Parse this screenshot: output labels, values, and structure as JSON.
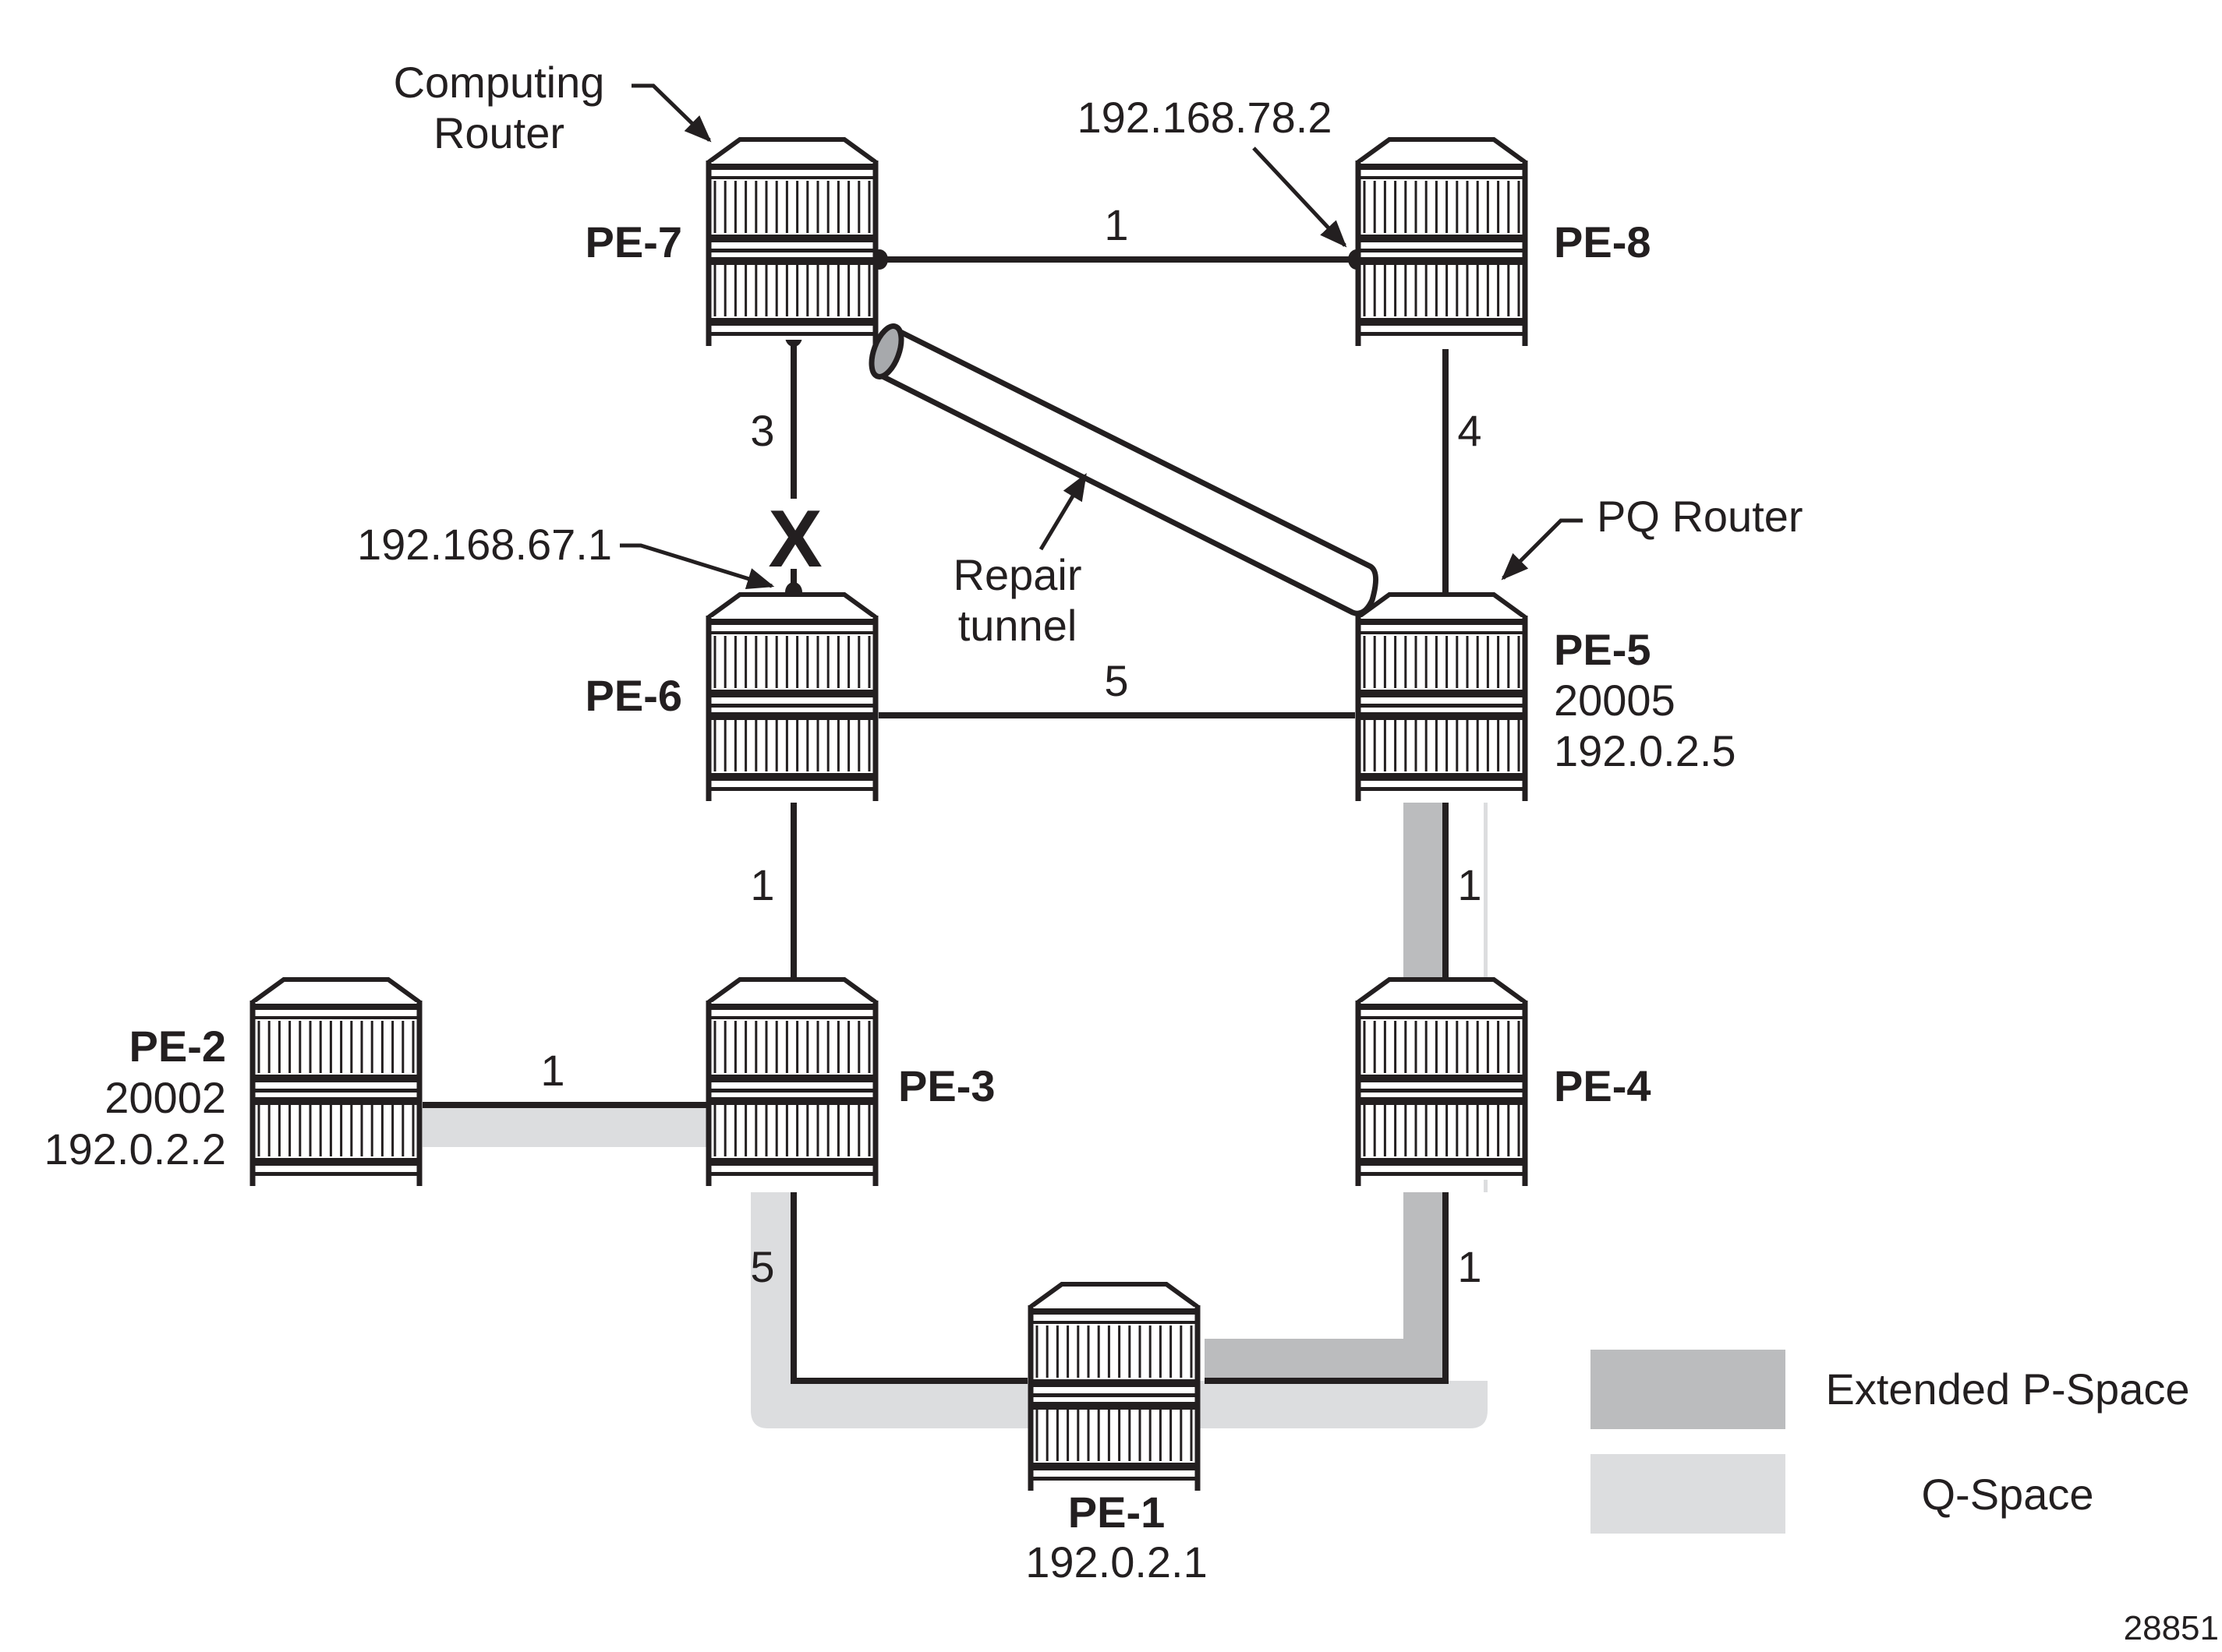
{
  "figure_id": "28851",
  "colors": {
    "line": "#231f20",
    "extended_p_space": "#bbbcbe",
    "q_space": "#dcdddf",
    "tunnel_end": "#a7a9ac"
  },
  "routers": [
    {
      "id": "pe7",
      "name": "PE-7",
      "lines": []
    },
    {
      "id": "pe8",
      "name": "PE-8",
      "lines": []
    },
    {
      "id": "pe6",
      "name": "PE-6",
      "lines": []
    },
    {
      "id": "pe5",
      "name": "PE-5",
      "lines": [
        "20005",
        "192.0.2.5"
      ]
    },
    {
      "id": "pe3",
      "name": "PE-3",
      "lines": []
    },
    {
      "id": "pe4",
      "name": "PE-4",
      "lines": []
    },
    {
      "id": "pe2",
      "name": "PE-2",
      "lines": [
        "20002",
        "192.0.2.2"
      ]
    },
    {
      "id": "pe1",
      "name": "PE-1",
      "lines": [
        "192.0.2.1"
      ]
    }
  ],
  "links": [
    {
      "from": "PE-7",
      "to": "PE-8",
      "metric": "1"
    },
    {
      "from": "PE-7",
      "to": "PE-6",
      "metric": "3",
      "failed": true
    },
    {
      "from": "PE-8",
      "to": "PE-5",
      "metric": "4"
    },
    {
      "from": "PE-6",
      "to": "PE-5",
      "metric": "5"
    },
    {
      "from": "PE-6",
      "to": "PE-3",
      "metric": "1"
    },
    {
      "from": "PE-5",
      "to": "PE-4",
      "metric": "1"
    },
    {
      "from": "PE-2",
      "to": "PE-3",
      "metric": "1"
    },
    {
      "from": "PE-3",
      "to": "PE-1",
      "metric": "5"
    },
    {
      "from": "PE-4",
      "to": "PE-1",
      "metric": "1"
    }
  ],
  "annotations": {
    "computing_router": [
      "Computing",
      "Router"
    ],
    "pq_router": "PQ Router",
    "repair_tunnel": [
      "Repair",
      "tunnel"
    ],
    "ip_pe8": "192.168.78.2",
    "ip_pe6": "192.168.67.1",
    "failure_mark": "X"
  },
  "legend": [
    {
      "label": "Extended P-Space",
      "color_key": "extended_p_space"
    },
    {
      "label": "Q-Space",
      "color_key": "q_space"
    }
  ]
}
